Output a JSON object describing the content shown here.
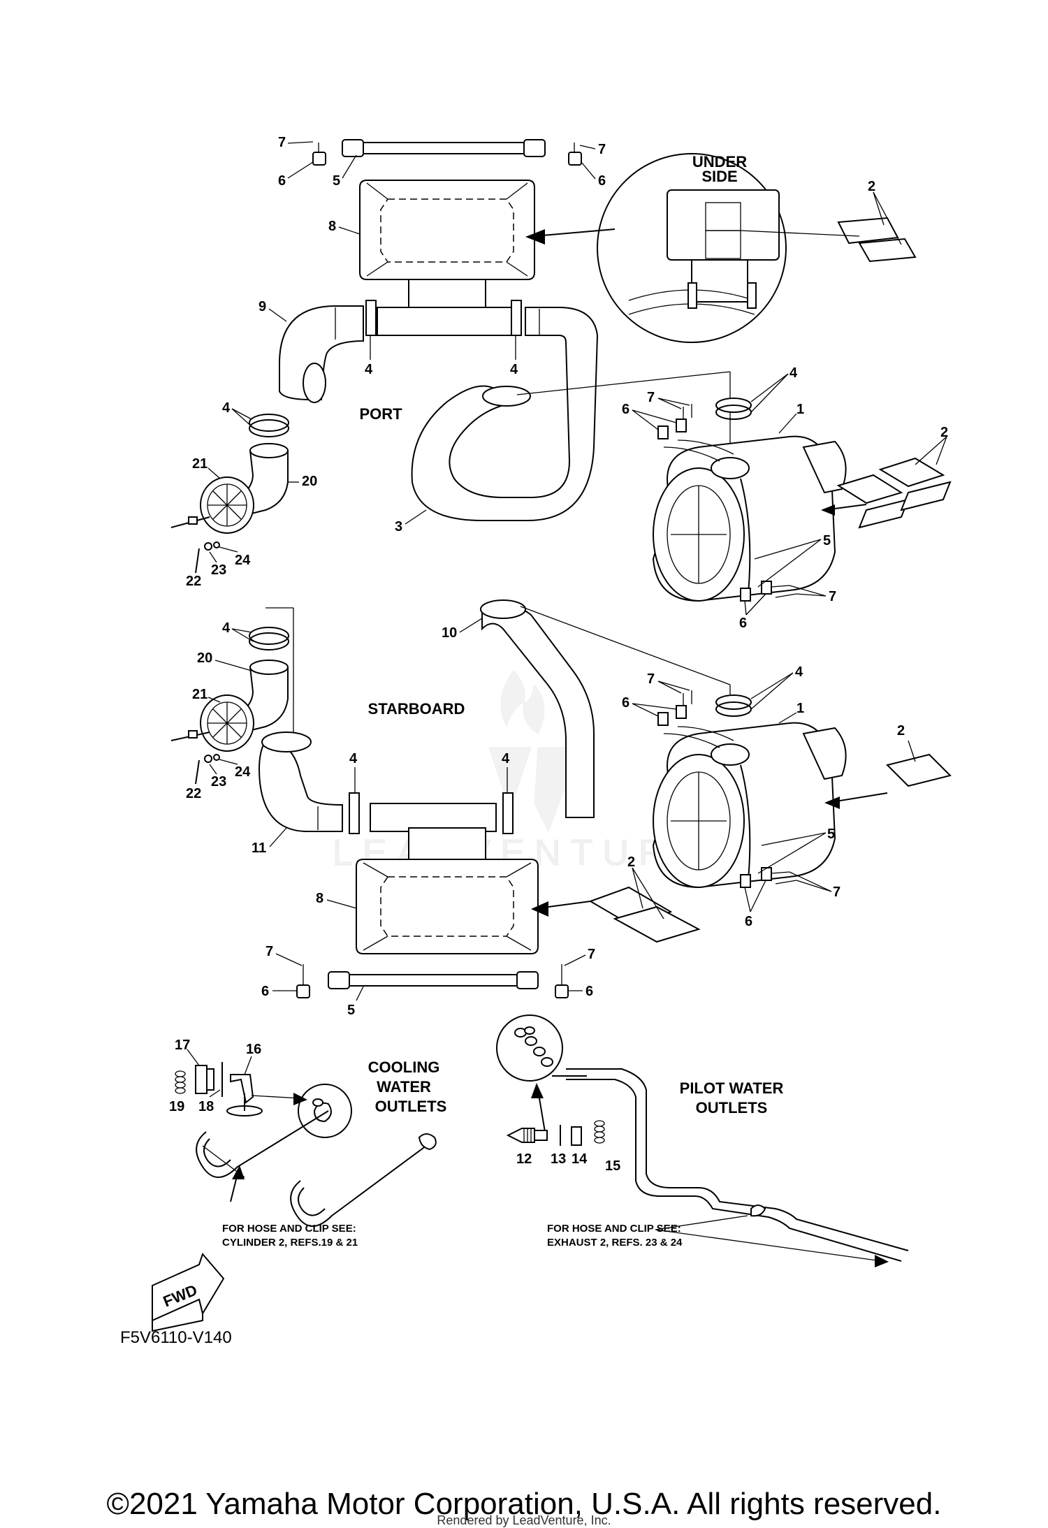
{
  "diagram": {
    "labels": {
      "under_side_1": "UNDER",
      "under_side_2": "SIDE",
      "port": "PORT",
      "starboard": "STARBOARD",
      "cooling_1": "COOLING",
      "cooling_2": "WATER",
      "cooling_3": "OUTLETS",
      "pilot_1": "PILOT WATER",
      "pilot_2": "OUTLETS",
      "note_left_1": "FOR HOSE AND CLIP SEE:",
      "note_left_2": "CYLINDER 2, REFS.19 & 21",
      "note_right_1": "FOR HOSE AND CLIP SEE:",
      "note_right_2": "EXHAUST 2, REFS. 23 & 24",
      "fwd": "FWD",
      "drawing_code": "F5V6110-V140",
      "watermark": "LEADVENTURE"
    },
    "refs": {
      "r1": "1",
      "r2": "2",
      "r3": "3",
      "r4": "4",
      "r5": "5",
      "r6": "6",
      "r7": "7",
      "r8": "8",
      "r9": "9",
      "r10": "10",
      "r11": "11",
      "r12": "12",
      "r13": "13",
      "r14": "14",
      "r15": "15",
      "r16": "16",
      "r17": "17",
      "r18": "18",
      "r19": "19",
      "r20": "20",
      "r21": "21",
      "r22": "22",
      "r23": "23",
      "r24": "24"
    }
  },
  "footer": {
    "copyright": "©2021 Yamaha Motor Corporation, U.S.A. All rights reserved.",
    "rendered_by": "Rendered by LeadVenture, Inc."
  }
}
